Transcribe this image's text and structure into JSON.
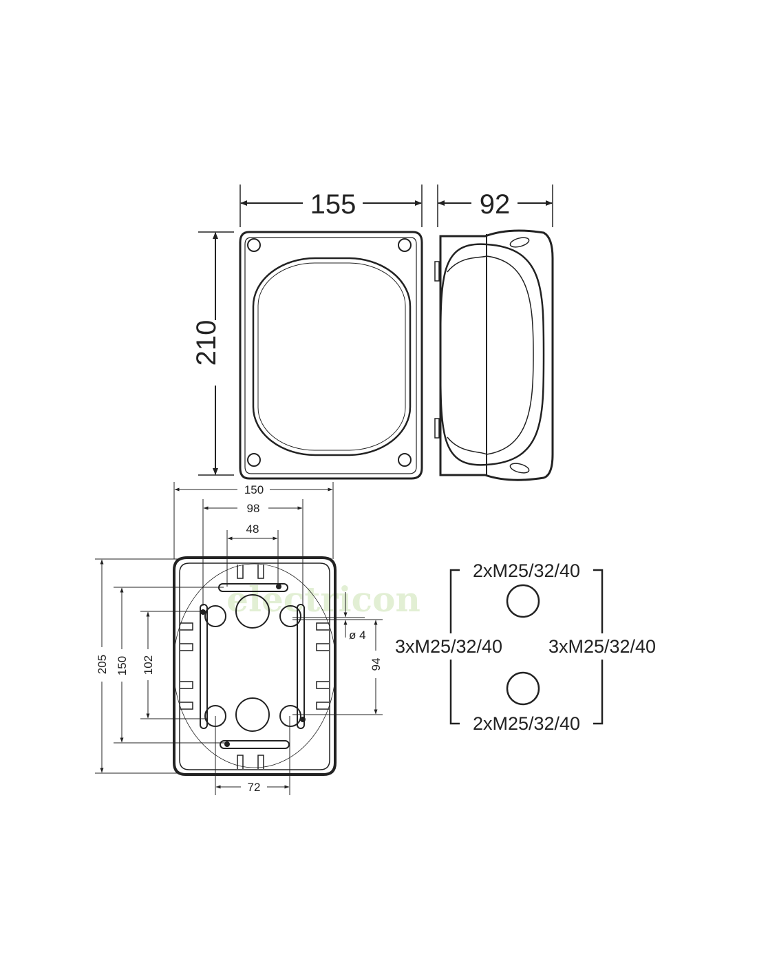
{
  "top_view": {
    "width_label": "155",
    "depth_label": "92",
    "height_label": "210"
  },
  "base_view": {
    "dims": {
      "w150": "150",
      "w98": "98",
      "w48": "48",
      "w72": "72",
      "h205": "205",
      "h150": "150",
      "h102": "102",
      "h94": "94",
      "hole": "ø 4"
    }
  },
  "entries": {
    "top": "2xM25/32/40",
    "bottom": "2xM25/32/40",
    "left": "3xM25/32/40",
    "right": "3xM25/32/40"
  },
  "watermark": {
    "text": "electricon"
  }
}
